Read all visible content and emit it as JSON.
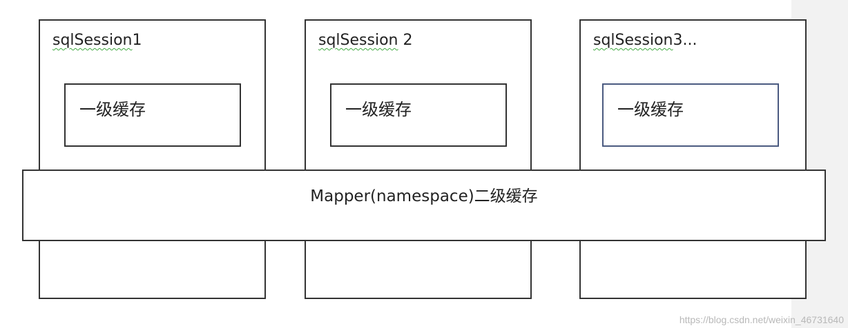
{
  "sessions": [
    {
      "label_main": "sqlSession",
      "label_rest": "1",
      "cache_label": "一级缓存"
    },
    {
      "label_main": "sqlSession",
      "label_rest": " 2",
      "cache_label": "一级缓存"
    },
    {
      "label_main": "sqlSession",
      "label_rest": "3...",
      "cache_label": "一级缓存"
    }
  ],
  "mapper": {
    "label": "Mapper(namespace)二级缓存"
  },
  "watermark": "https://blog.csdn.net/weixin_46731640",
  "colors": {
    "border": "#333333",
    "text": "#222222",
    "spellcheck_underline": "#3fa83f",
    "background": "#ffffff",
    "right_strip": "#f2f2f2"
  }
}
